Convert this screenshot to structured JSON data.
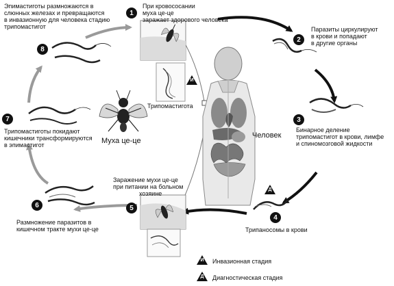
{
  "stages": [
    {
      "num": "1",
      "text": [
        "При кровососании",
        "муха це-це",
        "заражает здорового человека"
      ]
    },
    {
      "num": "2",
      "text": [
        "Паразиты циркулируют",
        "в крови и попадают",
        "в другие органы"
      ]
    },
    {
      "num": "3",
      "text": [
        "Бинарное деление",
        "трипомастигот в крови, лимфе",
        "и спиномозговой жидкости"
      ]
    },
    {
      "num": "4",
      "text": [
        "Трипаносомы в крови"
      ]
    },
    {
      "num": "5",
      "text": [
        "Заражение мухи це-це",
        "при питании на больном",
        "хозяине"
      ]
    },
    {
      "num": "6",
      "text": [
        "Размножение паразитов в",
        "кишечном тракте мухи це-це"
      ]
    },
    {
      "num": "7",
      "text": [
        "Трипомастиготы покидают",
        "кишечники трансформируются",
        "в эпимастигот"
      ]
    },
    {
      "num": "8",
      "text": [
        "Эпимастиготы размножаются в",
        "слюнных железах и превращаются",
        "в инвазионную для человека стадию",
        "трипомастигот"
      ]
    }
  ],
  "labels": {
    "fly": "Муха це-це",
    "human": "Человек",
    "trypomastigote": "Трипомастигота"
  },
  "legend": {
    "invasive_letter": "И",
    "invasive_text": "Инвазионная стадия",
    "diagnostic_letter": "Д",
    "diagnostic_text": "Диагностическая стадия"
  },
  "colors": {
    "ink": "#111111",
    "organ_dark": "#555555",
    "organ_light": "#b5b5b5",
    "arrow_solid": "#111111",
    "arrow_light": "#999999"
  },
  "icons": [
    "trypanosome-icon",
    "tsetse-fly-icon",
    "human-body-icon",
    "dna-icon"
  ]
}
